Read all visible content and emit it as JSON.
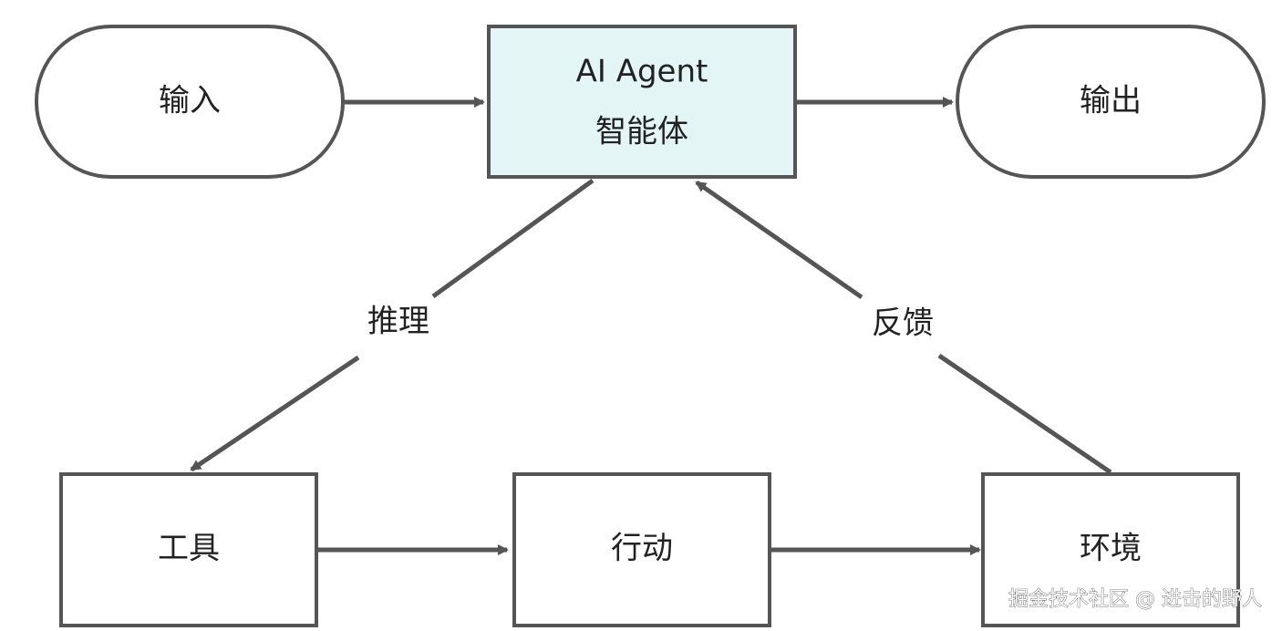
{
  "nodes": {
    "input": {
      "label": "输入"
    },
    "agent": {
      "line1": "AI Agent",
      "line2": "智能体"
    },
    "output": {
      "label": "输出"
    },
    "tools": {
      "label": "工具"
    },
    "action": {
      "label": "行动"
    },
    "environment": {
      "label": "环境"
    }
  },
  "edges": {
    "reasoning": {
      "label": "推理"
    },
    "feedback": {
      "label": "反馈"
    }
  },
  "watermark": "掘金技术社区 @ 进击的野人",
  "colors": {
    "stroke": "#555555",
    "agent_fill": "#e3f5f5",
    "text": "#222222"
  }
}
